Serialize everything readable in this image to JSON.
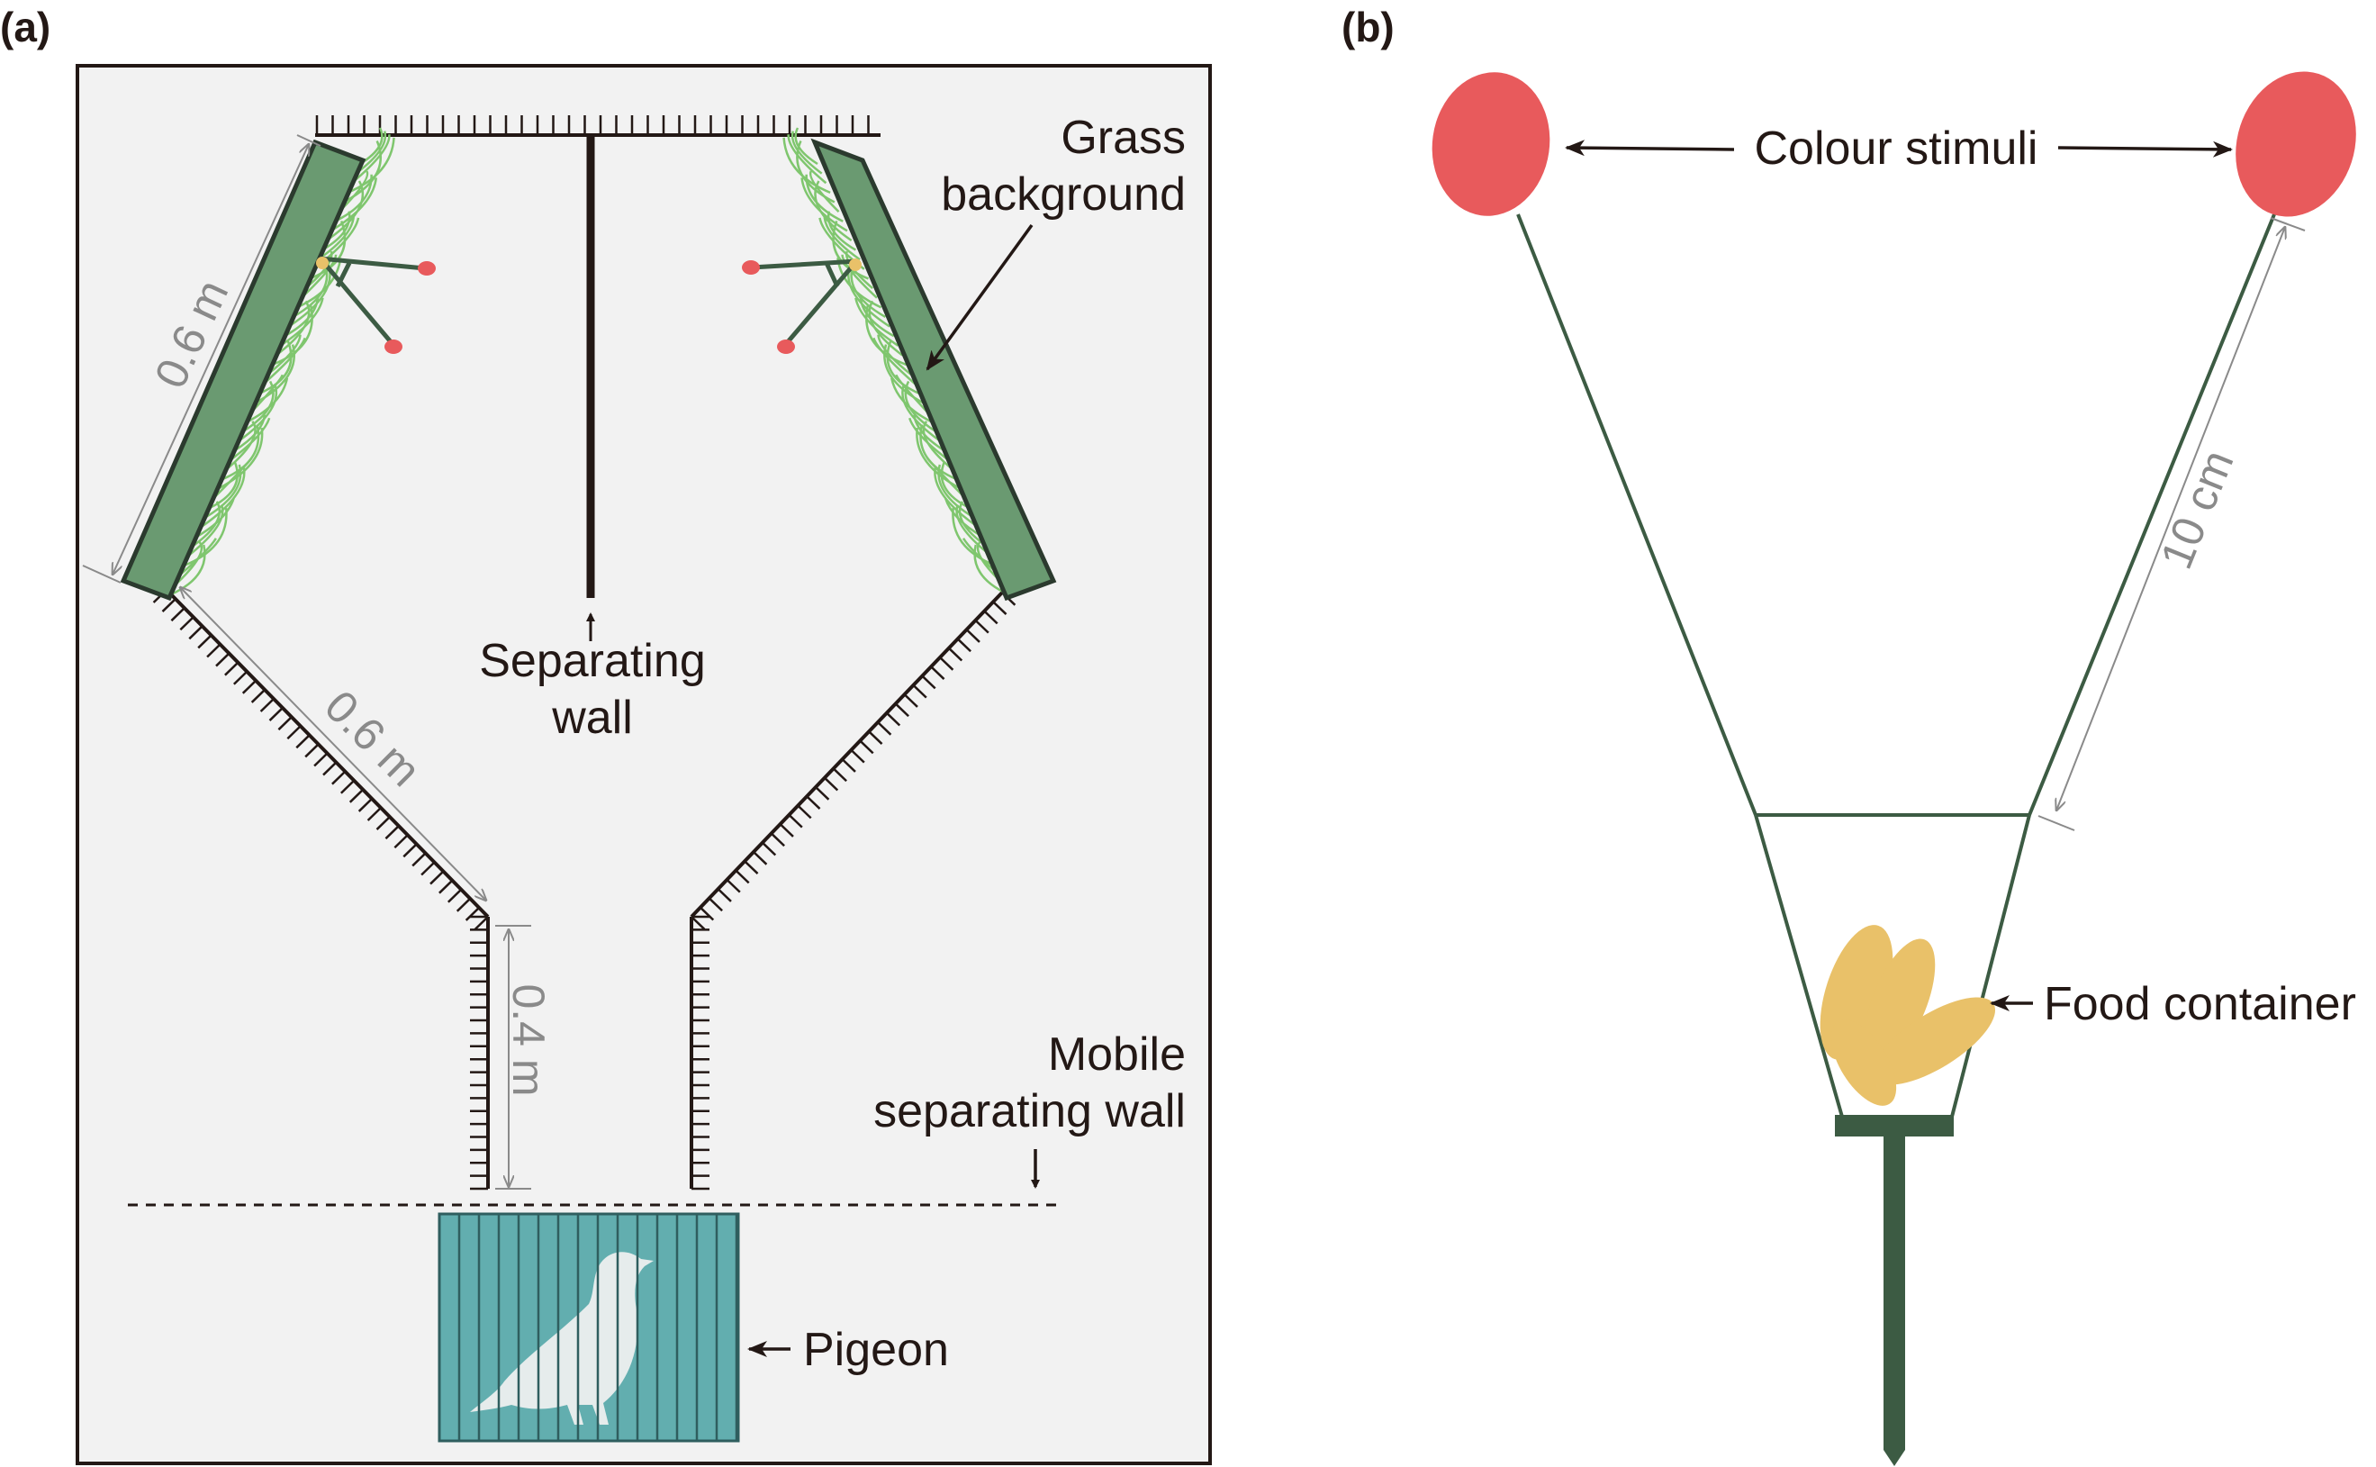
{
  "panel_a": {
    "label": "(a)",
    "grass_background": "Grass\nbackground",
    "separating_wall": "Separating\nwall",
    "mobile_separating_wall": "Mobile\nseparating wall",
    "pigeon": "Pigeon",
    "dim_board": "0.6 m",
    "dim_diagonal": "0.6 m",
    "dim_corridor": "0.4 m"
  },
  "panel_b": {
    "label": "(b)",
    "colour_stimuli": "Colour stimuli",
    "food_container": "Food container",
    "dim_stem": "10 cm"
  },
  "colors": {
    "board_green": "#6a9a71",
    "grass_green": "#7fc66e",
    "stimulus_red": "#e85a5c",
    "cage_teal": "#62aeaf",
    "seed_yellow": "#e9c169",
    "dark_green": "#3c5b43",
    "arena_bg": "#f2f2f2"
  },
  "icons": [
    "arrow-left-icon",
    "arrow-right-icon",
    "arrow-up-icon",
    "arrow-down-icon",
    "pigeon-silhouette-icon",
    "grass-icon"
  ]
}
